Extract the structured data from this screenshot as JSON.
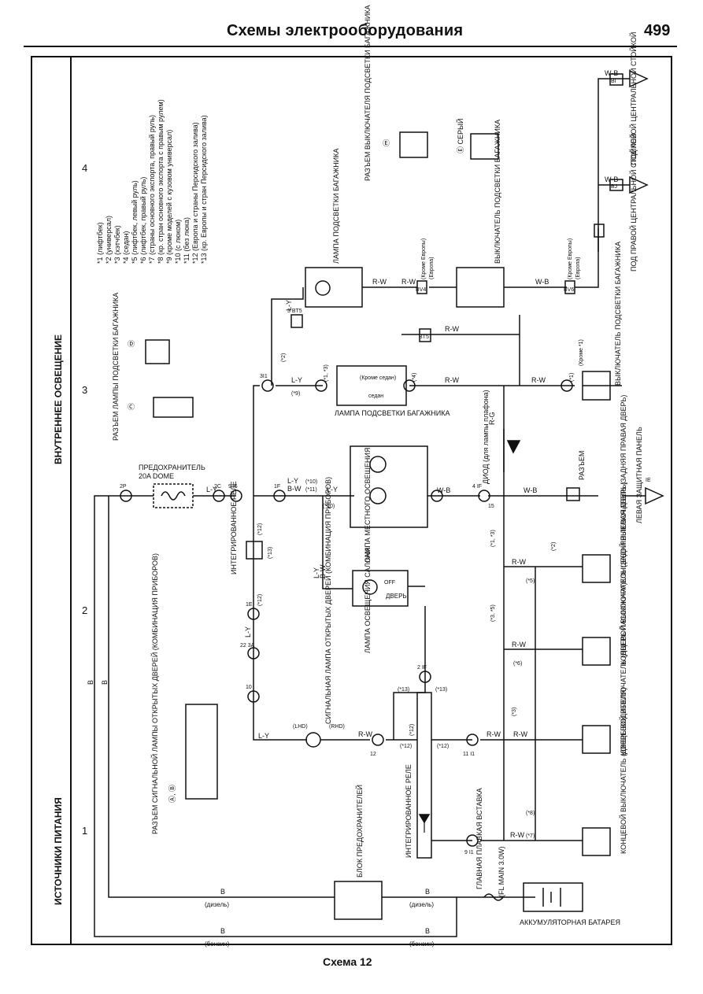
{
  "header": {
    "title": "Схемы электрооборудования",
    "page_number": "499"
  },
  "footer": {
    "caption": "Схема 12"
  },
  "sections": {
    "power": "ИСТОЧНИКИ ПИТАНИЯ",
    "interior": "ВНУТРЕННЕЕ ОСВЕЩЕНИЕ",
    "col1": "1",
    "col2": "2",
    "col3": "3",
    "col4": "4"
  },
  "notes": [
    "*1 (лифтбек)",
    "*2 (универсал)",
    "*3 (хэтчбек)",
    "*4 (седан)",
    "*5 (лифтбек, левый руль)",
    "*6 (лифтбек, правый руль)",
    "*7 (страны основного экспорта, правый руль)",
    "*8 (кр. стран основного экспорта с правым рулем)",
    "*9 (кроме моделей с кузовом универсал)",
    "*10 (с люком)",
    "*11 (без люка)",
    "*12 (Европа и страны Персидского залива)",
    "*13 (кр. Европы и стран Персидского залива)"
  ],
  "components": {
    "battery": "АККУМУЛЯТОРНАЯ БАТАРЕЯ",
    "fusible_link": "ГЛАВНАЯ ПЛАВКАЯ ВСТАВКА",
    "fusible_link_rating": "(FL MAIN 3.0W)",
    "fuse_block": "БЛОК ПРЕДОХРАНИТЕЛЕЙ",
    "prefuse": "ПРЕДОХРАНИТЕЛЬ",
    "prefuse_rating": "20A DOME",
    "integrated_relay_top": "ИНТЕГРИРОВАННОЕ РЕЛЕ",
    "integrated_relay_bottom": "ИНТЕГРИРОВАННОЕ РЕЛЕ",
    "door_warning_lamp": "СИГНАЛЬНАЯ ЛАМПА ОТКРЫТЫХ ДВЕРЕЙ (КОМБИНАЦИЯ ПРИБОРОВ)",
    "door_warning_connector": "РАЗЪЕМ СИГНАЛЬНОЙ ЛАМПЫ ОТКРЫТЫХ ДВЕРЕЙ (КОМБИНАЦИЯ ПРИБОРОВ)",
    "connector_ab": "Ⓐ, Ⓑ",
    "room_lamp": "ЛАМПА ОСВЕЩЕНИЯ САЛОНА",
    "room_lamp_door": "ДВЕРЬ",
    "room_lamp_off": "OFF",
    "map_lamp": "ЛАМПА МЕСТНОГО ОСВЕЩЕНИЯ",
    "diode": "ДИОД (для лампы плафона)",
    "connector_plain": "РАЗЪЕМ",
    "left_kick_panel": "ЛЕВАЯ ЗАЩИТНАЯ ПАНЕЛЬ",
    "luggage_lamp_main": "ЛАМПА ПОДСВЕТКИ БАГАЖНИКА",
    "luggage_lamp_top": "ЛАМПА ПОДСВЕТКИ БАГАЖНИКА",
    "luggage_sw_top": "ВЫКЛЮЧАТЕЛЬ ПОДСВЕТКИ БАГАЖНИКА",
    "luggage_sw_right": "ВЫКЛЮЧАТЕЛЬ ПОДСВЕТКИ БАГАЖНИКА",
    "luggage_lamp_connector": "РАЗЪЕМ ЛАМПЫ ПОДСВЕТКИ БАГАЖНИКА",
    "luggage_sw_connector": "РАЗЪЕМ ВЫКЛЮЧАТЕЛЯ ПОДСВЕТКИ БАГАЖНИКА",
    "connector_c": "Ⓒ",
    "connector_d": "Ⓓ",
    "connector_e": "Ⓔ",
    "connector_e_grey": "Ⓔ СЕРЫЙ",
    "sedan_except": "(Кроме седан)",
    "sedan": "седан",
    "right_pillar": "ПОД ПРАВОЙ ЦЕНТРАЛЬНОЙ СТОЙКОЙ",
    "left_pillar": "ПОД ЛЕВОЙ ЦЕНТРАЛЬНОЙ СТОЙКОЙ",
    "door_sw_driver": "КОНЦЕВОЙ ВЫКЛЮЧАТЕЛЬ (ДВЕРЬ ВОДИТЕЛЯ)",
    "door_sw_passenger": "КОНЦЕВОЙ ВЫКЛЮЧАТЕЛЬ (ДВЕРЬ ПАССАЖИРА)",
    "door_sw_rear_left": "КОНЦЕВОЙ ВЫКЛЮЧАТЕЛЬ (ЗАДНЯЯ ЛЕВАЯ ДВЕРЬ)",
    "door_sw_rear_right": "КОНЦЕВОЙ ВЫКЛЮЧАТЕЛЬ (ЗАДНЯЯ ПРАВАЯ ДВЕРЬ)",
    "except_1": "(Кроме *1)",
    "except_europe": "(Кроме Европы)",
    "europe": "(Европа)",
    "diesel": "(дизель)",
    "petrol": "(бензин)"
  },
  "wires": {
    "B": "B",
    "LY": "L-Y",
    "RW": "R-W",
    "WB": "W-B",
    "BW": "B-W",
    "RG": "R-G"
  },
  "connectors": {
    "c2P": "2P",
    "c2C": "2C",
    "c9I6": "9 I6",
    "c1F": "1F",
    "c3I1": "3I1",
    "c3BT5": "3 BT5",
    "c1IE": "1E",
    "c22A": "22 3A",
    "c10": "10",
    "c3C": "3C",
    "c12": "12",
    "c1E2": "1E",
    "c2IF": "2 IF",
    "c11I1": "11 I1",
    "c9I1": "9 I1",
    "cBT5": "BT5",
    "cBV4": "BV4",
    "cBV6": "BV6",
    "cBJ": "BJ",
    "cBI": "BI",
    "cIE": "IE",
    "c3A": "3A",
    "c4IF": "4 IF",
    "c15": "15"
  },
  "marks": {
    "m12": "(*12)",
    "m13": "(*13)",
    "m10": "(*10)",
    "m11": "(*11)",
    "m9": "(*9)",
    "m1_3": "(*1, *3)",
    "m3_5": "(*3, *5)",
    "m5": "(*5)",
    "m6": "(*6)",
    "m7": "(*7)",
    "m8": "(*8)",
    "m2": "(*2)",
    "m3": "(*3)",
    "m1_4": "(*1, *3)",
    "m4": "(*4)",
    "m1": "(*1)",
    "lhd": "(LHD)",
    "rhd": "(RHD)"
  },
  "colors": {
    "ink": "#111111",
    "paper": "#ffffff"
  }
}
